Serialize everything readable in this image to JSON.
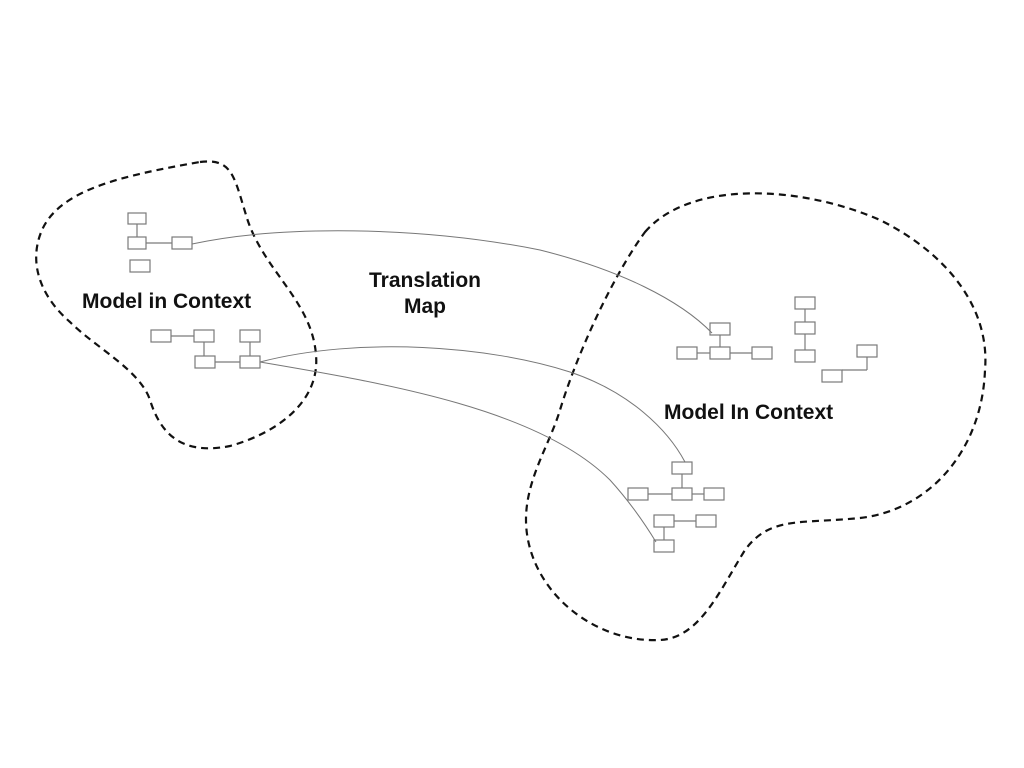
{
  "contexts": {
    "left_label": "Model in Context",
    "right_label": "Model In Context"
  },
  "translation_map": {
    "line1": "Translation",
    "line2": "Map"
  },
  "colors": {
    "boundary": "#111111",
    "connector": "#777777",
    "model_box": "#7a7a7a",
    "text": "#111111"
  }
}
